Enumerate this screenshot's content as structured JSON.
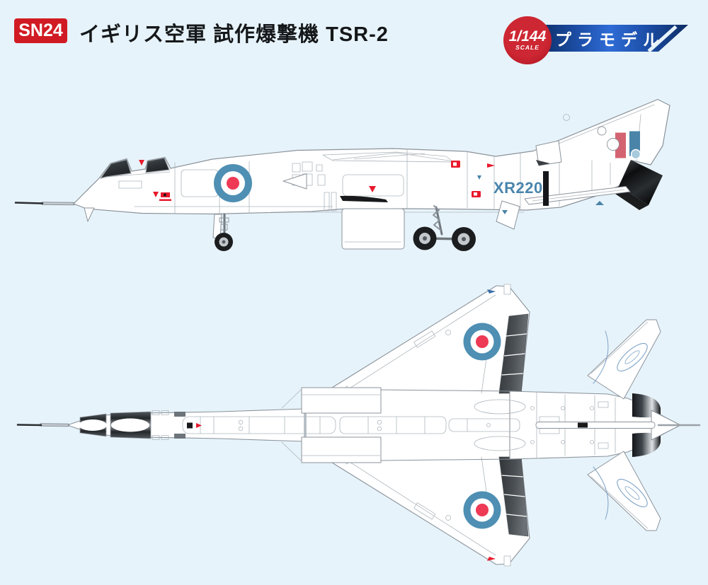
{
  "header": {
    "code": "SN24",
    "title": "イギリス空軍 試作爆撃機 TSR-2",
    "scale_value": "1/144",
    "scale_word": "SCALE",
    "banner_text": "プラモデル"
  },
  "side_view": {
    "serial": "XR220"
  },
  "colors": {
    "background": "#e7f3fa",
    "code_badge_red": "#d11b24",
    "scale_circle_red": "#c4202e",
    "banner_blue_dark": "#0c2c63",
    "banner_blue_light": "#2f6cd6",
    "aircraft_white": "#ffffff",
    "outline_gray": "#8b939b",
    "roundel_blue": "#4e8fb3",
    "roundel_red": "#ee3a55",
    "fin_flash_red": "#d46372",
    "fin_flash_blue": "#4a84a8",
    "serial_blue": "#4a85ac",
    "stencil_red": "#e8192c"
  }
}
